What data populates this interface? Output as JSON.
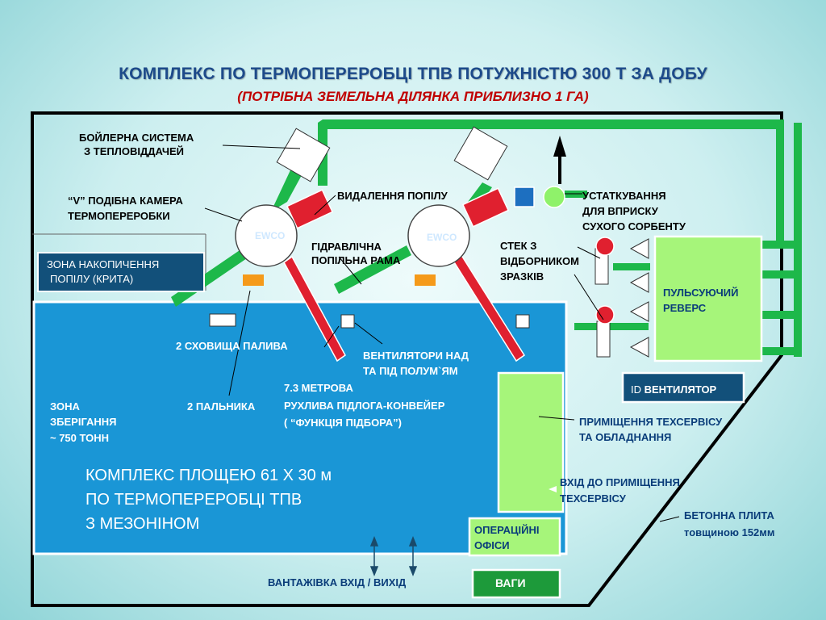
{
  "title": "КОМПЛЕКС ПО ТЕРМОПЕРЕРОБЦІ ТПВ ПОТУЖНІСТЮ 300 Т ЗА ДОБУ",
  "subtitle": "(ПОТРІБНА ЗЕМЕЛЬНА ДІЛЯНКА ПРИБЛИЗНО 1 ГА)",
  "labels": {
    "boiler_line1": "БОЙЛЕРНА СИСТЕМА",
    "boiler_line2": "З ТЕПЛОВІДДАЧЕЙ",
    "vchamber_line1": "“V” ПОДІБНА КАМЕРА",
    "vchamber_line2": "ТЕРМОПЕРЕРОБКИ",
    "ash_removal": "ВИДАЛЕННЯ ПОПІЛУ",
    "hydraulic_line1": "ГІДРАВЛІЧНА",
    "hydraulic_line2": "ПОПІЛЬНА РАМА",
    "ewco_1": "EWCO",
    "ewco_2": "EWCO",
    "ash_zone_line1": "ЗОНА НАКОПИЧЕННЯ",
    "ash_zone_line2": "ПОПІЛУ (КРИТА)",
    "sorbent_line1": "УСТАТКУВАННЯ",
    "sorbent_line2": "ДЛЯ ВПРИСКУ",
    "sorbent_line3": "СУХОГО СОРБЕНТУ",
    "stack_line1": "СТЕК З",
    "stack_line2": "ВІДБОРНИКОМ",
    "stack_line3": "ЗРАЗКІВ",
    "pulse_line1": "ПУЛЬСУЮЧИЙ",
    "pulse_line2": "РЕВЕРС",
    "fuel_storage": "2 СХОВИЩА ПАЛИВА",
    "fans_line1": "ВЕНТИЛЯТОРИ НАД",
    "fans_line2": "ТА ПІД ПОЛУМ`ЯМ",
    "id_prefix": "ID",
    "id_fan": "ВЕНТИЛЯТОР",
    "floor_line1": "7.3 МЕТРОВА",
    "floor_line2": "РУХЛИВА ПІДЛОГА-КОНВЕЙЕР",
    "floor_line3": "( “ФУНКЦІЯ ПІДБОРА”)",
    "burners": "2 ПАЛЬНИКА",
    "storage_line1": "ЗОНА",
    "storage_line2": "ЗБЕРІГАННЯ",
    "storage_line3": "~ 750 ТОНН",
    "service_room_line1": "ПРИМІЩЕННЯ ТЕХСЕРВІСУ",
    "service_room_line2": "ТА ОБЛАДНАННЯ",
    "complex_line1": "КОМПЛЕКС ПЛОЩЕЮ 61 Х 30 м",
    "complex_line2": "ПО ТЕРМОПЕРЕРОБЦІ ТПВ",
    "complex_line3": "З МЕЗОНІНОМ",
    "service_entry_line1": "ВХІД ДО ПРИМІЩЕННЯ",
    "service_entry_line2": "ТЕХСЕРВІСУ",
    "concrete_line1": "БЕТОННА ПЛИТА",
    "concrete_line2": "товщиною 152мм",
    "offices_line1": "ОПЕРАЦІЙНІ",
    "offices_line2": "ОФІСИ",
    "truck": "ВАНТАЖІВКА ВХІД / ВИХІД",
    "scales": "ВАГИ"
  },
  "colors": {
    "title": "#1d4a8a",
    "subtitle": "#c00000",
    "duct_green": "#1db84a",
    "main_hall": "#1a96d6",
    "conveyor_red": "#e0202f",
    "equipment_green": "#a6f57a",
    "dark_box": "#12507a"
  }
}
